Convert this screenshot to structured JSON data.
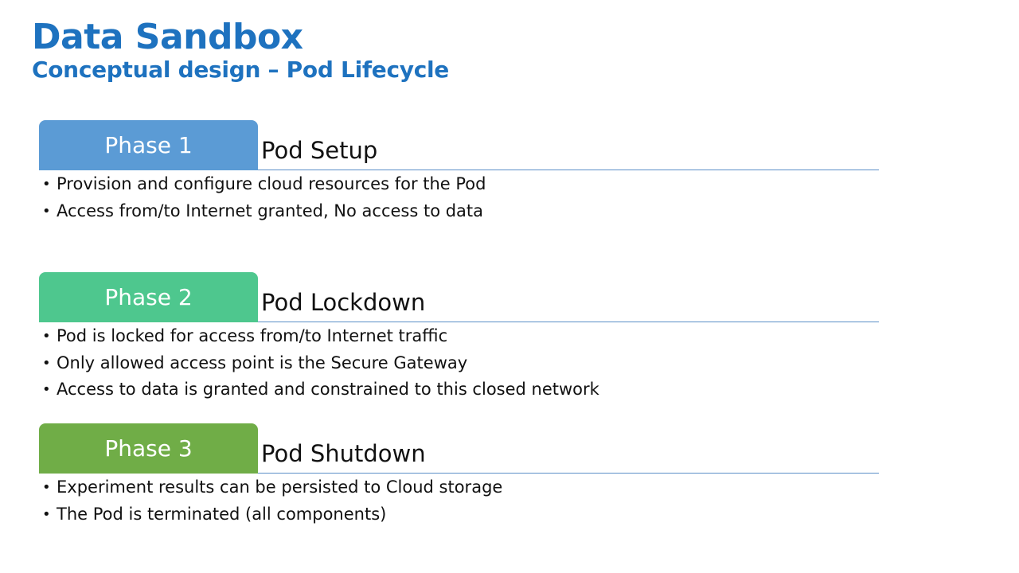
{
  "header": {
    "title": "Data Sandbox",
    "subtitle": "Conceptual design – Pod Lifecycle"
  },
  "phases": [
    {
      "label": "Phase 1",
      "heading": "Pod Setup",
      "color": "#5b9bd5",
      "bullets": [
        "Provision and configure cloud resources for the Pod",
        "Access from/to Internet granted, No access to data"
      ]
    },
    {
      "label": "Phase 2",
      "heading": "Pod Lockdown",
      "color": "#4ec78e",
      "bullets": [
        "Pod is locked for access from/to Internet traffic",
        "Only allowed access point is the Secure Gateway",
        "Access to data is granted and constrained to this closed network"
      ]
    },
    {
      "label": "Phase 3",
      "heading": "Pod Shutdown",
      "color": "#70ad47",
      "bullets": [
        "Experiment results can be persisted to Cloud storage",
        "The Pod is terminated (all components)"
      ]
    }
  ]
}
